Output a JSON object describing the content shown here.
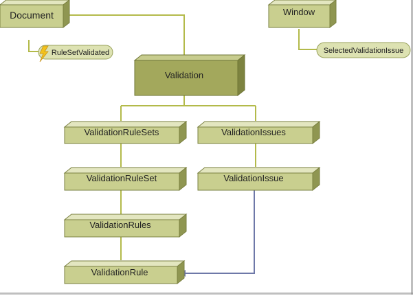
{
  "nodes": {
    "document": {
      "label": "Document"
    },
    "window": {
      "label": "Window"
    },
    "validation": {
      "label": "Validation"
    },
    "validation_rule_sets": {
      "label": "ValidationRuleSets"
    },
    "validation_issues": {
      "label": "ValidationIssues"
    },
    "validation_rule_set": {
      "label": "ValidationRuleSet"
    },
    "validation_issue": {
      "label": "ValidationIssue"
    },
    "validation_rules": {
      "label": "ValidationRules"
    },
    "validation_rule": {
      "label": "ValidationRule"
    }
  },
  "members": {
    "rule_set_validated": {
      "label": "RuleSetValidated",
      "icon": "lightning-event-icon"
    },
    "selected_validation_issue": {
      "label": "SelectedValidationIssue"
    }
  },
  "colors": {
    "box_front": "#c9cf8f",
    "box_top": "#e3e6c0",
    "box_side": "#8f9651",
    "box_border": "#7a8040",
    "main_front": "#a3a85c",
    "connector": "#b3ba4a",
    "reference_arrow": "#6e78a8",
    "pill_fill": "#dde2b2",
    "event_icon": "#f2c21b"
  }
}
